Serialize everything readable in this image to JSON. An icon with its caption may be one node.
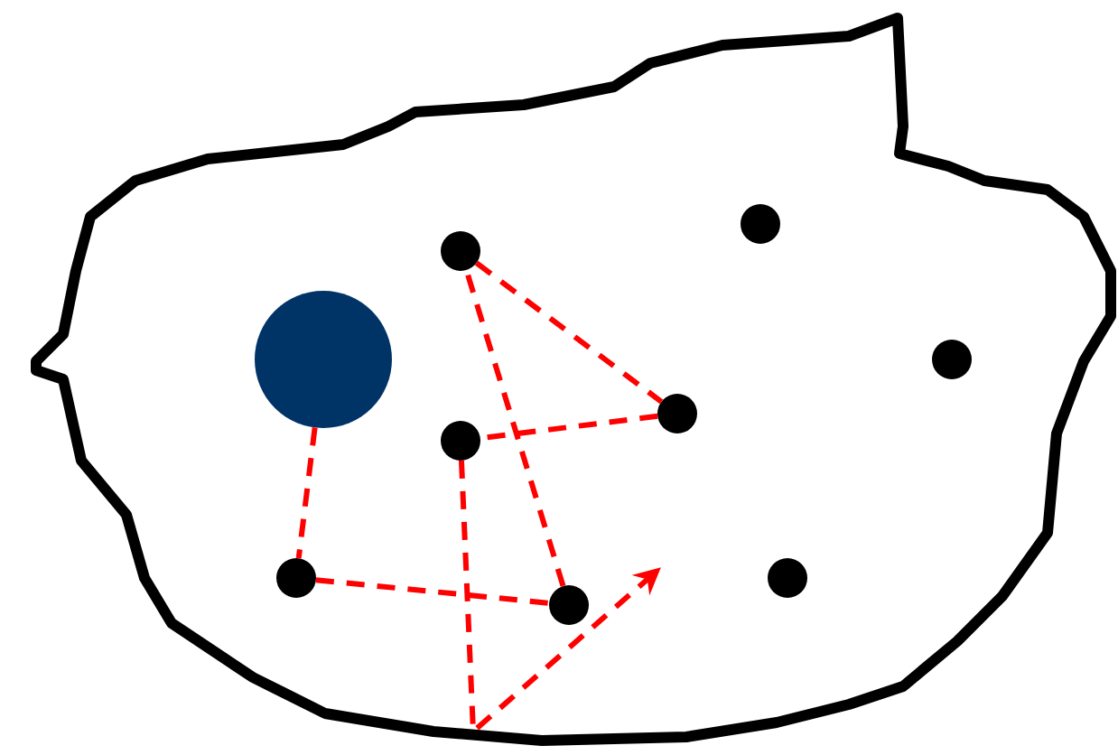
{
  "diagram": {
    "nodes": [
      {
        "text": [],
        "shape": "blob"
      },
      {
        "text": [],
        "shape": "circle",
        "in": 0
      },
      {
        "text": [],
        "shape": "circle",
        "in": 0
      },
      {
        "text": [],
        "shape": "circle",
        "in": 0
      },
      {
        "text": [],
        "shape": "circle",
        "in": 0
      },
      {
        "text": [],
        "shape": "circle",
        "in": 0
      },
      {
        "text": [],
        "shape": "circle",
        "in": 0
      },
      {
        "text": [],
        "shape": "circle",
        "in": 0
      },
      {
        "text": [],
        "shape": "circle",
        "in": 0
      },
      {
        "text": [],
        "shape": "circle",
        "in": 0
      }
    ],
    "edges": [
      {
        "from": 1,
        "to": 7,
        "arrow": "none",
        "style": "dashed"
      },
      {
        "from": 7,
        "to": 9,
        "arrow": "none",
        "style": "dashed"
      },
      {
        "from": 9,
        "to": 3,
        "arrow": "none",
        "style": "dashed"
      },
      {
        "from": 3,
        "to": 5,
        "arrow": "none",
        "style": "dashed"
      },
      {
        "from": 5,
        "to": 6,
        "arrow": "none",
        "style": "dashed"
      },
      {
        "from": 6,
        "to": null,
        "arrow": "to",
        "style": "dashed"
      }
    ]
  }
}
